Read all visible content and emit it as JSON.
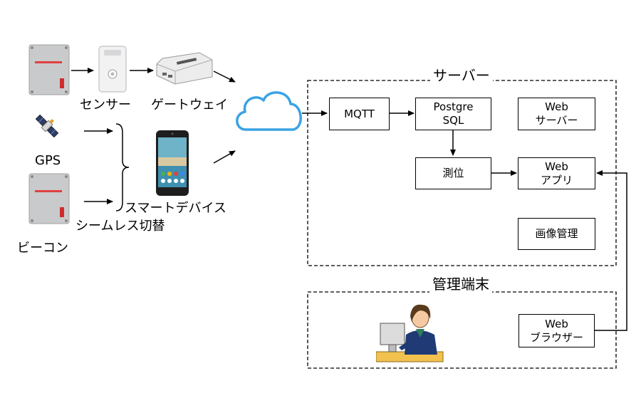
{
  "left": {
    "sensor_label": "センサー",
    "gateway_label": "ゲートウェイ",
    "gps_label": "GPS",
    "smart_device_label": "スマートデバイス",
    "seamless_label": "シームレス切替",
    "beacon_label": "ビーコン"
  },
  "server": {
    "title": "サーバー",
    "mqtt": "MQTT",
    "postgres_line1": "Postgre",
    "postgres_line2": "SQL",
    "web_server_line1": "Web",
    "web_server_line2": "サーバー",
    "positioning": "測位",
    "web_app_line1": "Web",
    "web_app_line2": "アプリ",
    "image_management": "画像管理"
  },
  "terminal": {
    "title": "管理端末",
    "browser_line1": "Web",
    "browser_line2": "ブラウザー"
  },
  "colors": {
    "cloud_stroke": "#3aa3e3",
    "device_gray": "#c9cacc",
    "phone_screen": "#3f8fb0"
  }
}
